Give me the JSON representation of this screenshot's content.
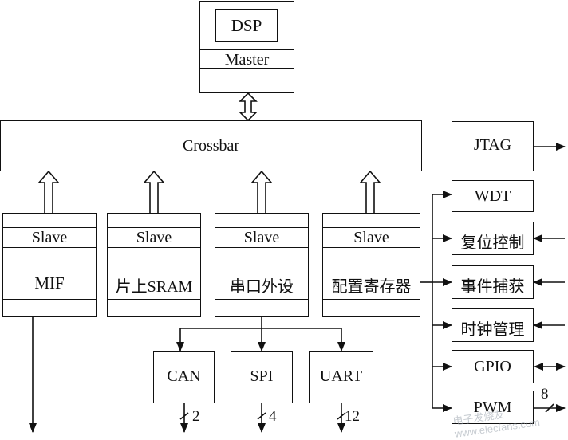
{
  "master": {
    "core": "DSP",
    "label": "Master"
  },
  "crossbar": {
    "label": "Crossbar"
  },
  "slaves": [
    {
      "slave_label": "Slave",
      "name": "MIF"
    },
    {
      "slave_label": "Slave",
      "name": "片上SRAM"
    },
    {
      "slave_label": "Slave",
      "name": "串口外设"
    },
    {
      "slave_label": "Slave",
      "name": "配置寄存器"
    }
  ],
  "serial_devices": [
    {
      "name": "CAN",
      "pins": "2"
    },
    {
      "name": "SPI",
      "pins": "4"
    },
    {
      "name": "UART",
      "pins": "12"
    }
  ],
  "peripherals": [
    {
      "name": "JTAG"
    },
    {
      "name": "WDT"
    },
    {
      "name": "复位控制"
    },
    {
      "name": "事件捕获"
    },
    {
      "name": "时钟管理"
    },
    {
      "name": "GPIO"
    },
    {
      "name": "PWM",
      "pins": "8"
    }
  ],
  "watermark": "电子发烧友 www.elecfans.com"
}
